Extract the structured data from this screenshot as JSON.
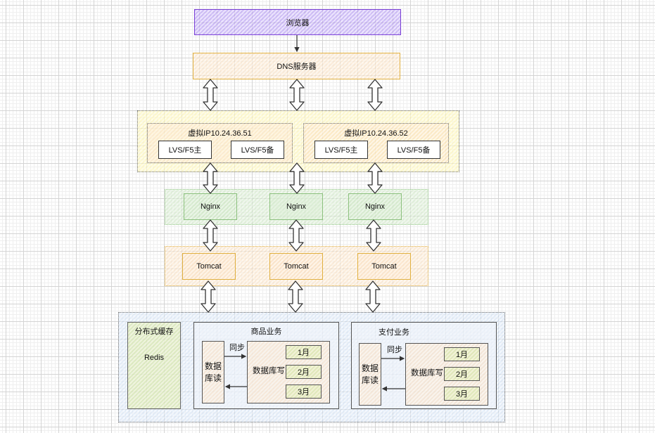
{
  "browser": {
    "label": "浏览器"
  },
  "dns": {
    "label": "DNS服务器"
  },
  "lvs_groups": [
    {
      "vip_label": "虚拟IP10.24.36.51",
      "master_label": "LVS/F5主",
      "backup_label": "LVS/F5备"
    },
    {
      "vip_label": "虚拟IP10.24.36.52",
      "master_label": "LVS/F5主",
      "backup_label": "LVS/F5备"
    }
  ],
  "nginx": [
    "Nginx",
    "Nginx",
    "Nginx"
  ],
  "tomcat": [
    "Tomcat",
    "Tomcat",
    "Tomcat"
  ],
  "cache": {
    "title": "分布式缓存",
    "label": "Redis"
  },
  "services": [
    {
      "title": "商品业务",
      "db_read": "数据\n库读",
      "sync_label": "同步",
      "db_write": "数据库写",
      "partitions": [
        "1月",
        "2月",
        "3月"
      ]
    },
    {
      "title": "支付业务",
      "db_read": "数据\n库读",
      "sync_label": "同步",
      "db_write": "数据库写",
      "partitions": [
        "1月",
        "2月",
        "3月"
      ]
    }
  ],
  "colors": {
    "browser_border": "#7a3fd6",
    "orange_border": "#e0b040",
    "green_border": "#8cc07e",
    "gray_border": "#555555"
  }
}
